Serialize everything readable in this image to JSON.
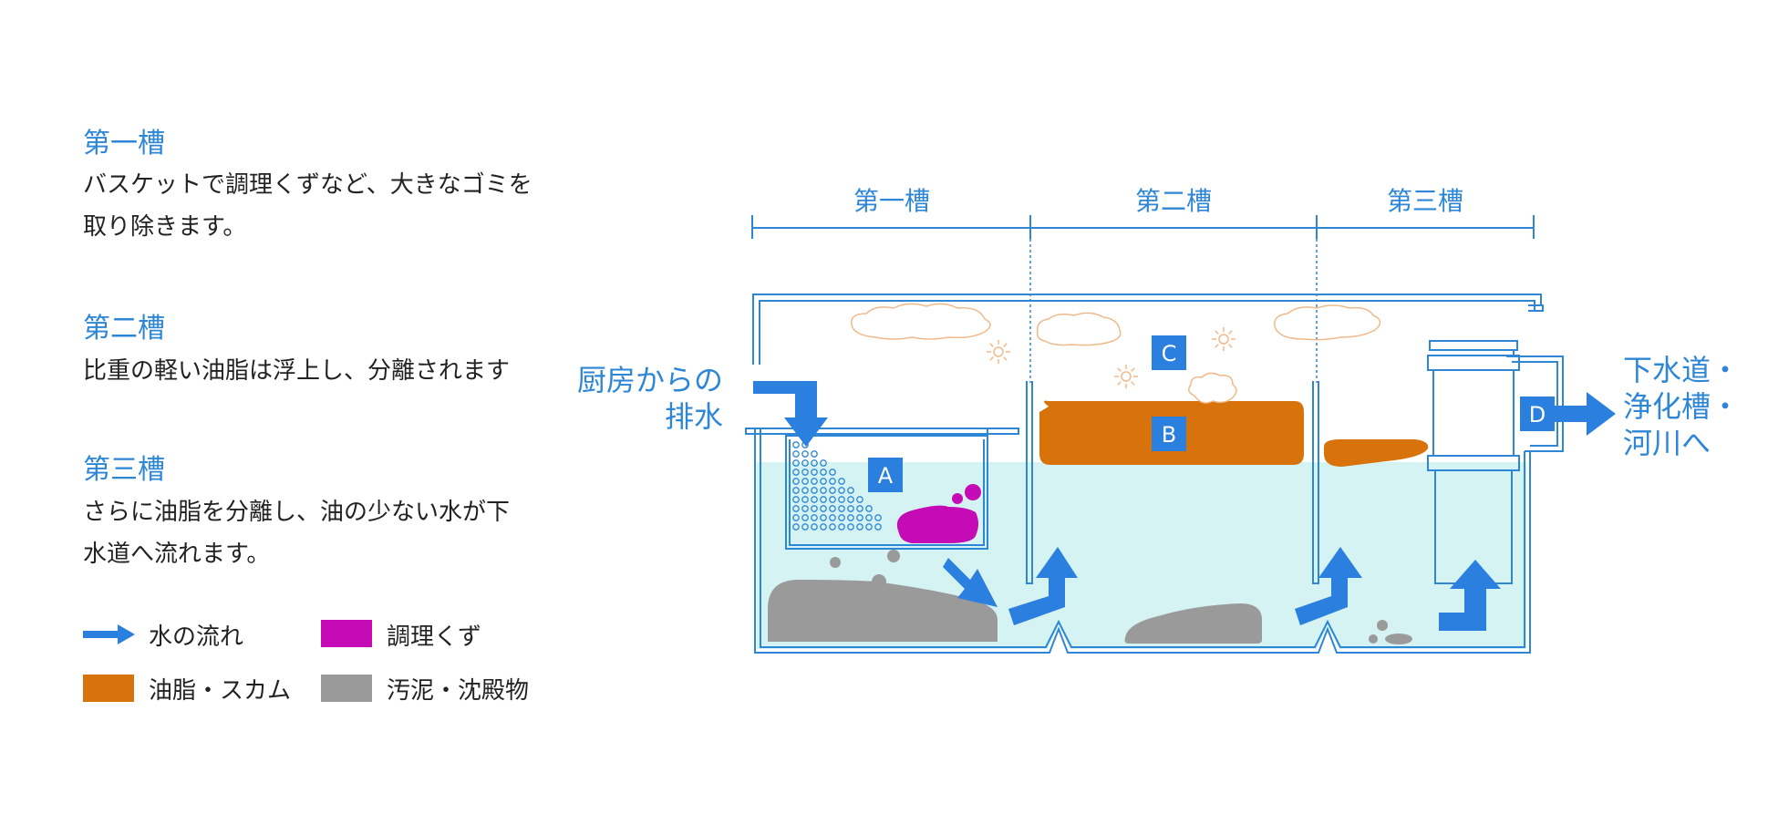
{
  "sections": [
    {
      "title": "第一槽",
      "body": "バスケットで調理くずなど、大きなゴミを\n取り除きます。"
    },
    {
      "title": "第二槽",
      "body": "比重の軽い油脂は浮上し、分離されます"
    },
    {
      "title": "第三槽",
      "body": "さらに油脂を分離し、油の少ない水が下\n水道へ流れます。"
    }
  ],
  "legend": [
    {
      "label": "水の流れ",
      "icon": "arrow-icon",
      "color": "#2b7fde"
    },
    {
      "label": "調理くず",
      "color": "#c40bb6"
    },
    {
      "label": "油脂・スカム",
      "color": "#d8730b"
    },
    {
      "label": "汚泥・沈殿物",
      "color": "#9a9a9a"
    }
  ],
  "diagram": {
    "tank_labels": [
      "第一槽",
      "第二槽",
      "第三槽"
    ],
    "inflow_label": [
      "厨房からの",
      "排水"
    ],
    "outflow_label": [
      "下水道・",
      "浄化槽・",
      "河川へ"
    ],
    "markers": [
      "A",
      "B",
      "C",
      "D"
    ],
    "colors": {
      "line": "#2e86d6",
      "water": "#d4f3f2",
      "arrow": "#2b7fde",
      "grease": "#d8730b",
      "sludge": "#9a9a9a",
      "scraps": "#c40bb6",
      "marker": "#2b7fde",
      "cloud": "#f0b98a"
    }
  }
}
